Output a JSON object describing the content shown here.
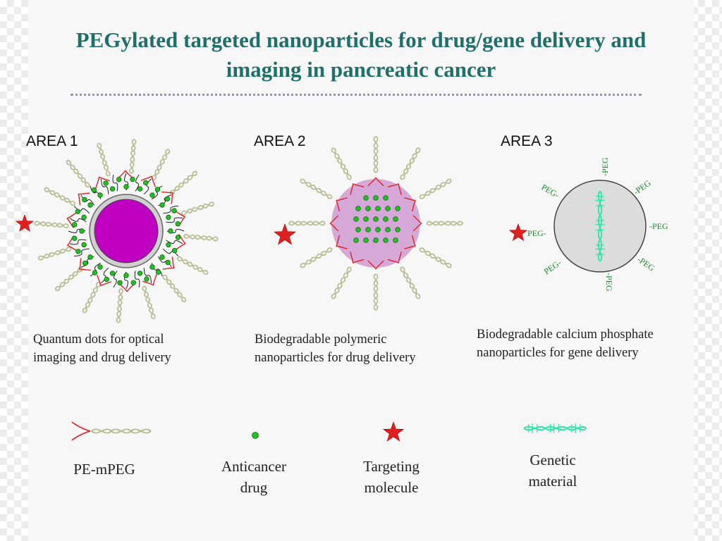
{
  "slide": {
    "title": "PEGylated targeted nanoparticles for drug/gene delivery and imaging in pancreatic cancer"
  },
  "areas": [
    {
      "label": "AREA 1",
      "caption_line1": "Quantum dots for optical",
      "caption_line2": "imaging and drug delivery"
    },
    {
      "label": "AREA 2",
      "caption_line1": "Biodegradable polymeric",
      "caption_line2": "nanoparticles for drug delivery"
    },
    {
      "label": "AREA 3",
      "caption_line1": "Biodegradable calcium phosphate",
      "caption_line2": "nanoparticles for gene delivery",
      "peg_labels": [
        "-PEG",
        "-PEG",
        "-PEG",
        "-PEG",
        "-PEG",
        "PEG-",
        "PEG-",
        "PEG-"
      ]
    }
  ],
  "legend": [
    {
      "line1": "PE-mPEG",
      "line2": ""
    },
    {
      "line1": "Anticancer",
      "line2": "drug"
    },
    {
      "line1": "Targeting",
      "line2": "molecule"
    },
    {
      "line1": "Genetic",
      "line2": "material"
    }
  ],
  "colors": {
    "title": "#1f6f6b",
    "quantum_dot_core": "#c000c0",
    "polymer_np": "#d5a8d8",
    "calcium_np": "#dcdcdc",
    "drug": "#22c022",
    "star": "#e02020",
    "lipid": "#e02020",
    "peg": "#b8bd92",
    "dna": "#2ee6a8",
    "peg_text": "#1a8a2a"
  },
  "icons": [
    "star-icon",
    "dna-icon",
    "drug-dot-icon",
    "pe-mpeg-icon"
  ]
}
